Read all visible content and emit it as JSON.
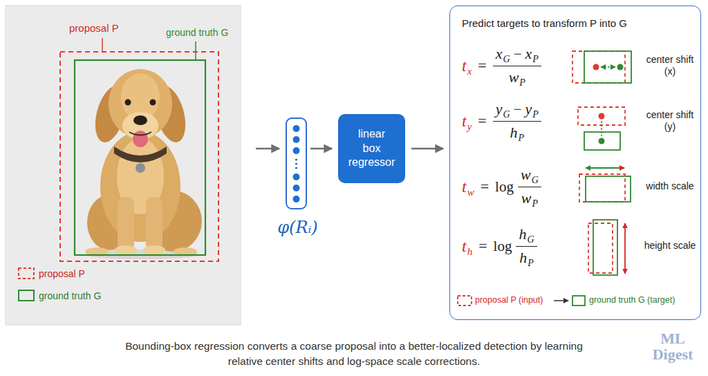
{
  "diagram": {
    "caption": "Bounding-box regression converts a coarse proposal into a better-localized detection by learning relative center shifts and log-space scale corrections.",
    "nodes": [
      {
        "text": [
          "proposal P",
          "ground truth G"
        ]
      },
      {
        "text": [
          "φ(Rᵢ)"
        ]
      },
      {
        "text": [
          "linear box regressor"
        ]
      },
      {
        "text": [
          "Predict targets to transform P into G"
        ]
      }
    ],
    "edges": [
      {
        "from": 0,
        "to": 1,
        "arrow": "to"
      },
      {
        "from": 1,
        "to": 2,
        "arrow": "to"
      },
      {
        "from": 2,
        "to": 3,
        "arrow": "to"
      }
    ],
    "labels": [
      "t",
      "x",
      "=",
      "x",
      "G",
      "−",
      "x",
      "P",
      "w",
      "P",
      "center shift (x)",
      "t",
      "y",
      "=",
      "y",
      "G",
      "−",
      "y",
      "P",
      "h",
      "P",
      "center shift (y)",
      "t",
      "w",
      "=",
      "log",
      "w",
      "G",
      "w",
      "P",
      "width scale",
      "t",
      "h",
      "=",
      "log",
      "h",
      "G",
      "h",
      "P",
      "height scale",
      "ML Digest"
    ],
    "legend": [
      {
        "text": "proposal P"
      },
      {
        "text": "ground truth G"
      },
      {
        "text": "proposal P (input)"
      },
      {
        "text": "ground truth G (target)"
      }
    ]
  }
}
